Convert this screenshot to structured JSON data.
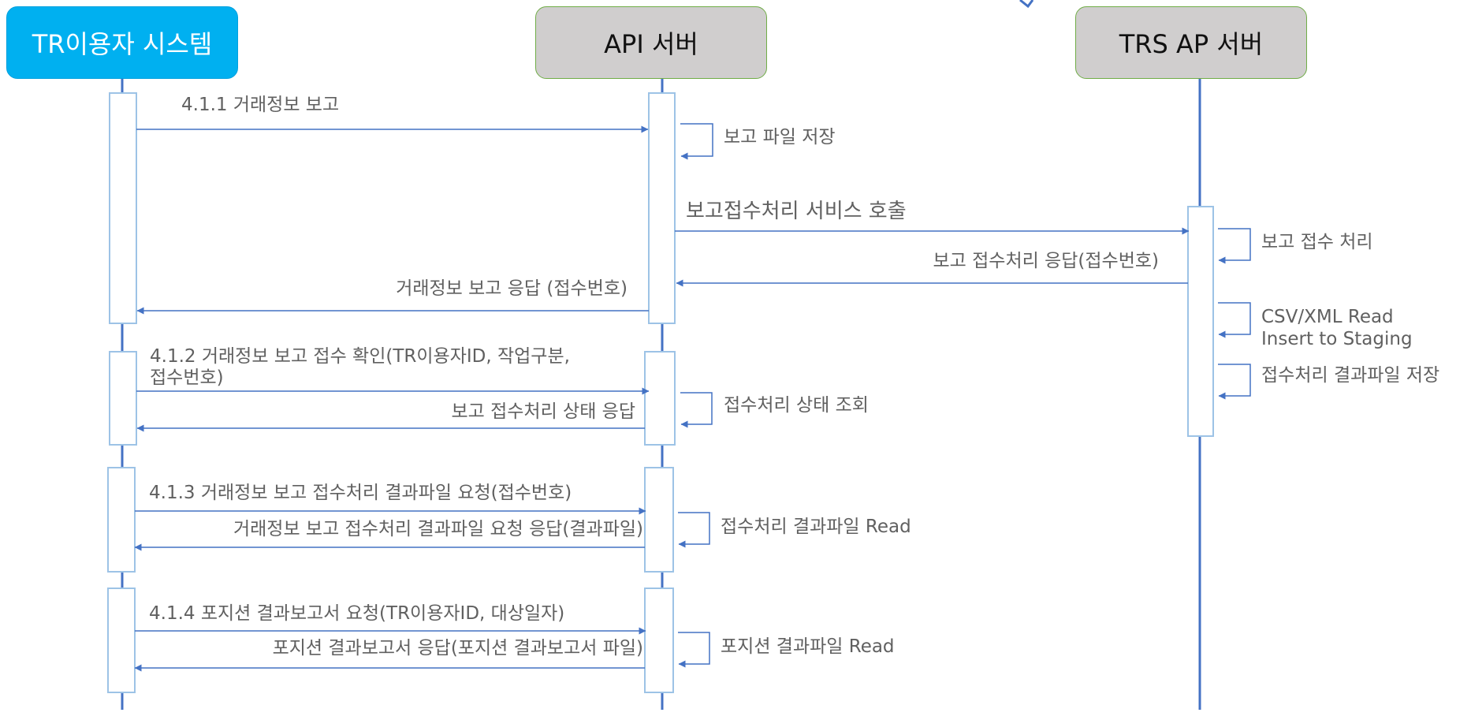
{
  "actors": {
    "tr_user": "TR이용자 시스템",
    "api": "API 서버",
    "trs": "TRS AP 서버"
  },
  "messages": {
    "m411_request": "4.1.1 거래정보 보고",
    "api_save_file": "보고 파일 저장",
    "call_service": "보고접수처리 서비스 호출",
    "trs_process": "보고 접수 처리",
    "trs_response": "보고 접수처리 응답(접수번호)",
    "api_response": "거래정보 보고 응답 (접수번호)",
    "trs_csv_line1": "CSV/XML Read",
    "trs_csv_line2": "Insert to Staging",
    "trs_save_result": "접수처리 결과파일 저장",
    "m412_line1": "4.1.2 거래정보 보고 접수 확인(TR이용자ID, 작업구분,",
    "m412_line2": "접수번호)",
    "api_status_query": "접수처리 상태 조회",
    "status_response": "보고 접수처리 상태 응답",
    "m413_request": "4.1.3 거래정보 보고 접수처리 결과파일 요청(접수번호)",
    "m413_response": "거래정보 보고 접수처리 결과파일 요청 응답(결과파일)",
    "api_read_result": "접수처리 결과파일 Read",
    "m414_request": "4.1.4 포지션 결과보고서 요청(TR이용자ID, 대상일자)",
    "m414_response": "포지션 결과보고서 응답(포지션 결과보고서 파일)",
    "api_read_position": "포지션 결과파일 Read"
  },
  "colors": {
    "primary_actor": "#00b0f0",
    "secondary_actor": "#d0cece",
    "actor_border": "#70ad47",
    "line": "#4472c4",
    "label_text": "#606060"
  }
}
